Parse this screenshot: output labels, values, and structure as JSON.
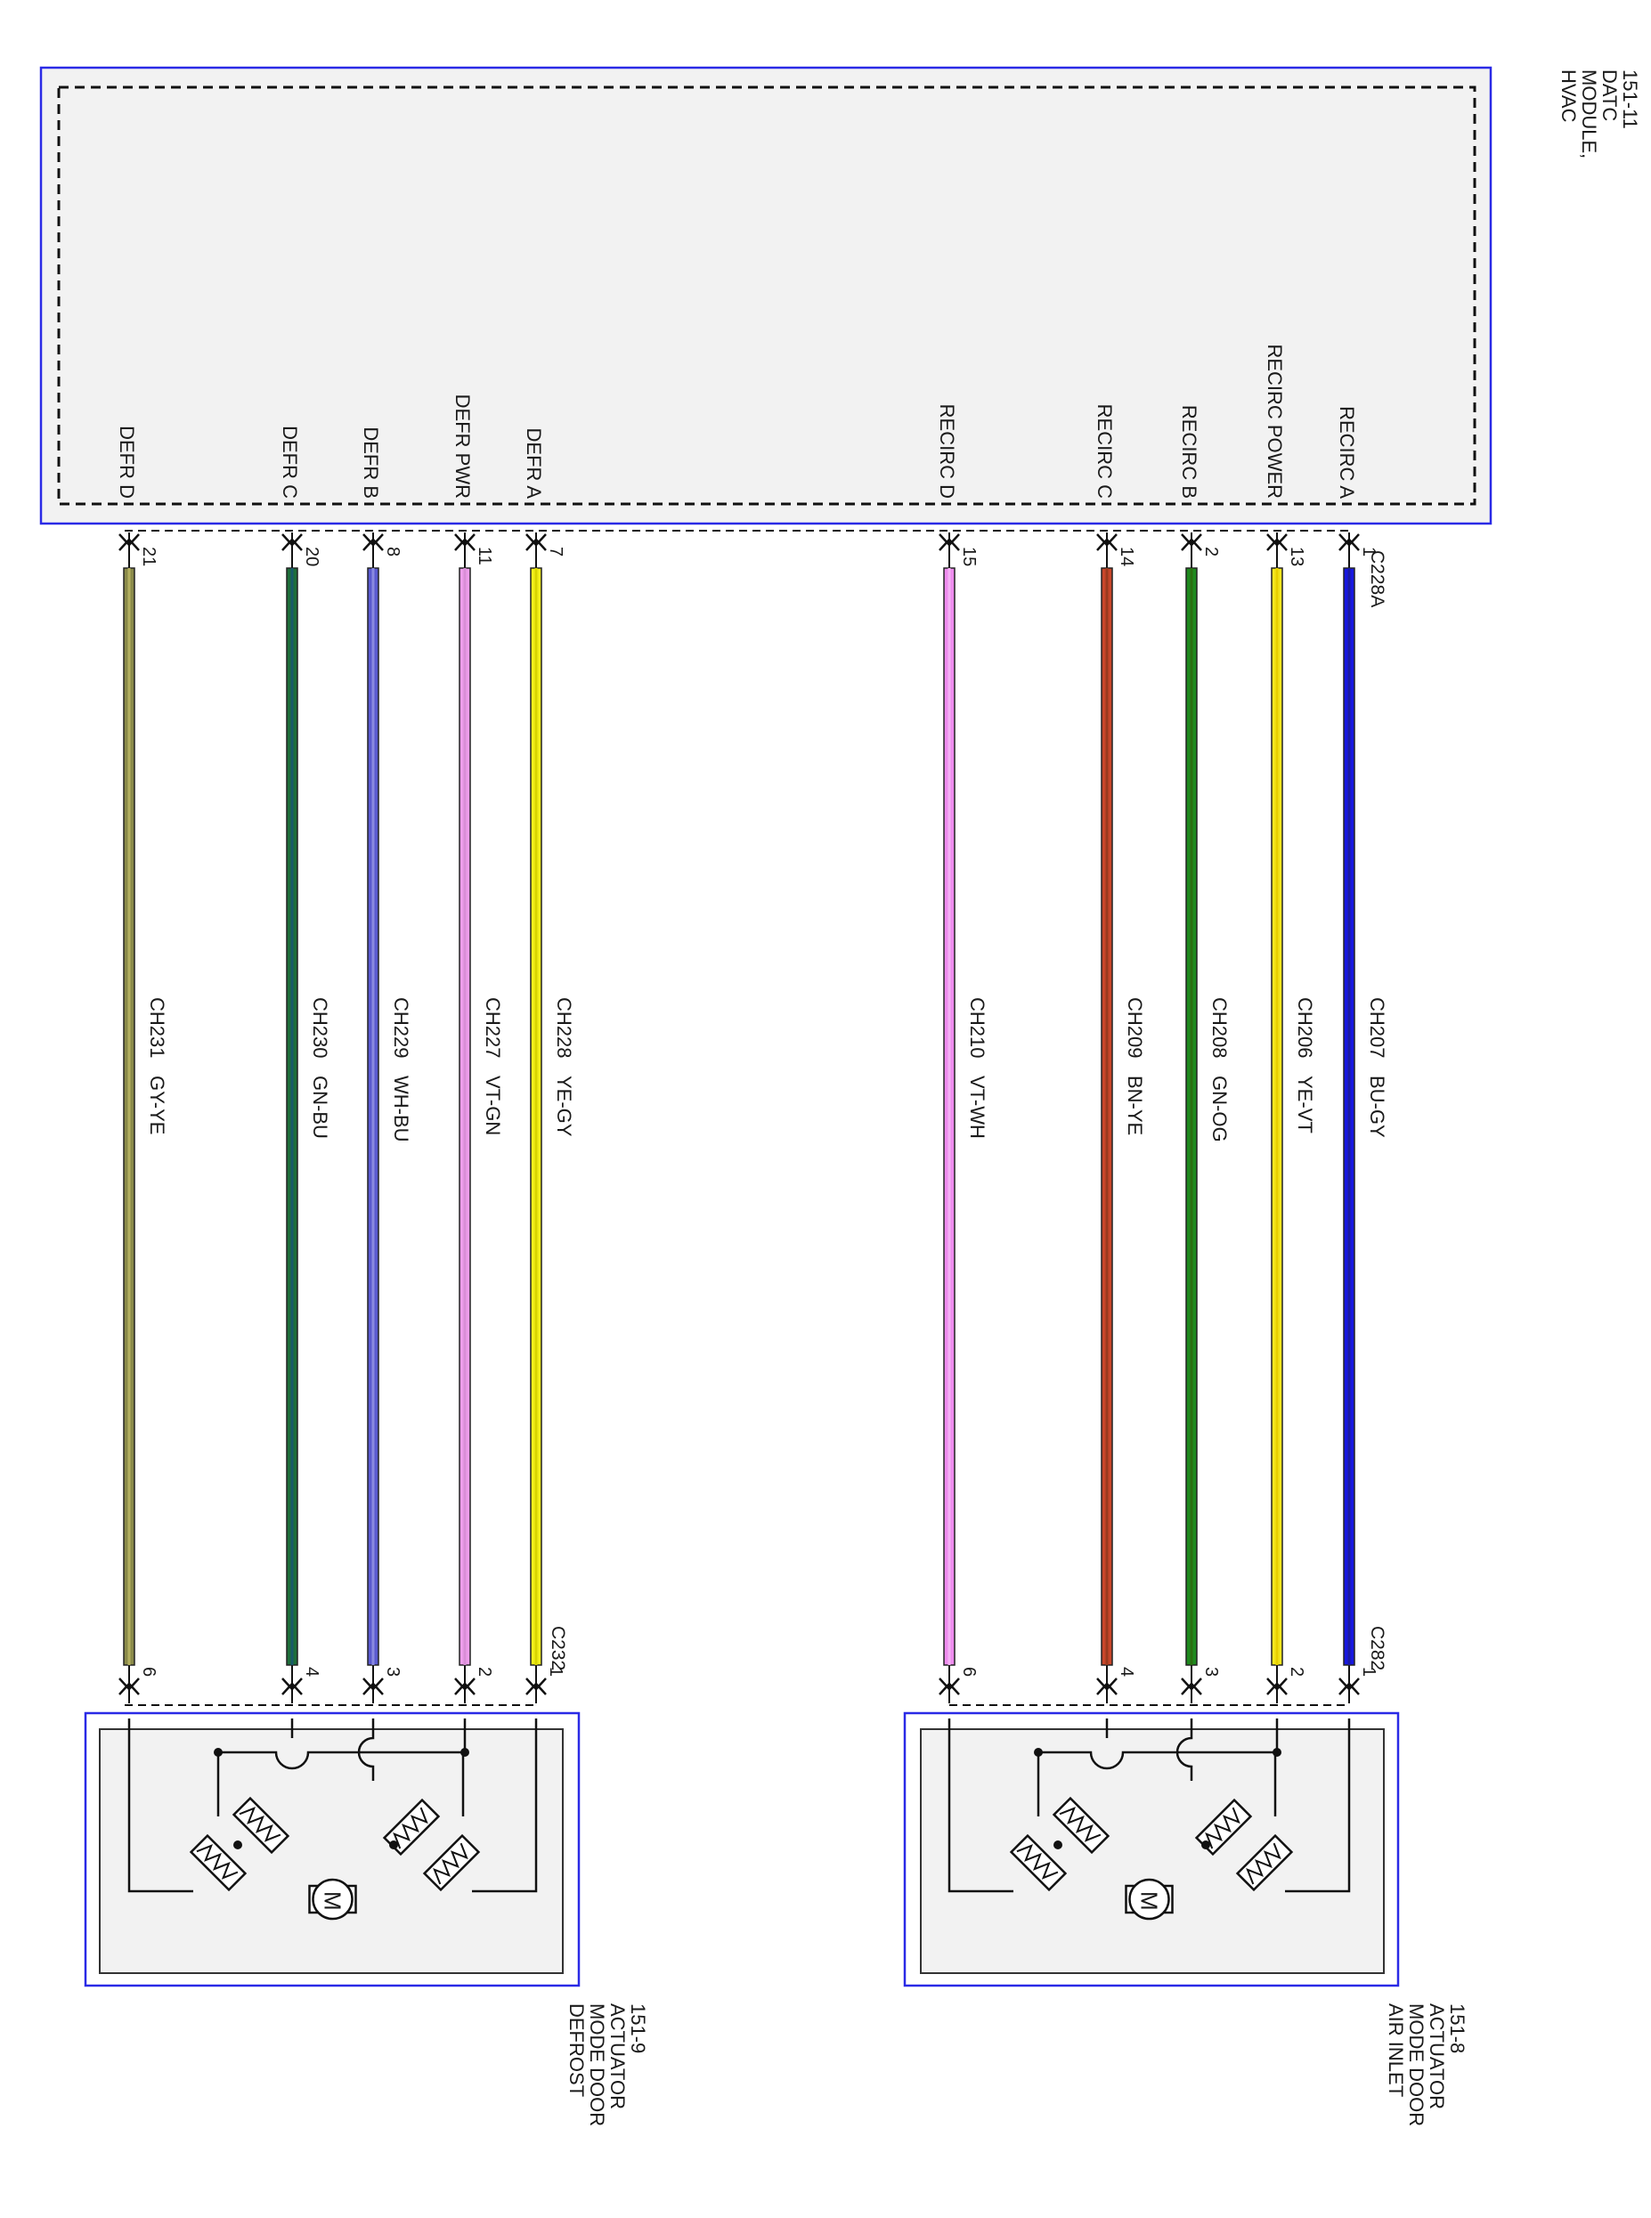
{
  "hvac_module": {
    "name_lines": [
      "HVAC",
      "MODULE,",
      "DATC",
      "151-11"
    ],
    "connector": "C228A"
  },
  "recirc_actuator": {
    "name_lines": [
      "AIR INLET",
      "MODE DOOR",
      "ACTUATOR",
      "151-8"
    ],
    "connector": "C282"
  },
  "defrost_actuator": {
    "name_lines": [
      "DEFROST",
      "MODE DOOR",
      "ACTUATOR",
      "151-9"
    ],
    "connector": "C232"
  },
  "circuits": [
    {
      "pin_label": "RECIRC  A",
      "module_pin": "1",
      "circuit": "CH207",
      "color_code": "BU-GY",
      "actuator_pin": "1",
      "colors": [
        "#1818e0",
        "#1a1aa0"
      ]
    },
    {
      "pin_label": "RECIRC POWER",
      "module_pin": "13",
      "circuit": "CH206",
      "color_code": "YE-VT",
      "actuator_pin": "2",
      "colors": [
        "#f4e61c",
        "#e6d000"
      ]
    },
    {
      "pin_label": "RECIRC B",
      "module_pin": "2",
      "circuit": "CH208",
      "color_code": "GN-OG",
      "actuator_pin": "3",
      "colors": [
        "#1e8a1e",
        "#2a6e10"
      ]
    },
    {
      "pin_label": "RECIRC C",
      "module_pin": "14",
      "circuit": "CH209",
      "color_code": "BN-YE",
      "actuator_pin": "4",
      "colors": [
        "#c8462a",
        "#9a3a1e"
      ]
    },
    {
      "pin_label": "RECIRC D",
      "module_pin": "15",
      "circuit": "CH210",
      "color_code": "VT-WH",
      "actuator_pin": "6",
      "colors": [
        "#ee8cee",
        "#f4b0f4"
      ]
    },
    {
      "pin_label": "DEFR A",
      "module_pin": "7",
      "circuit": "CH228",
      "color_code": "YE-GY",
      "actuator_pin": "1",
      "colors": [
        "#f2ee1a",
        "#d8d400"
      ]
    },
    {
      "pin_label": "DEFR PWR",
      "module_pin": "11",
      "circuit": "CH227",
      "color_code": "VT-GN",
      "actuator_pin": "2",
      "colors": [
        "#ec9cea",
        "#d88ed6"
      ]
    },
    {
      "pin_label": "DEFR B",
      "module_pin": "8",
      "circuit": "CH229",
      "color_code": "WH-BU",
      "actuator_pin": "3",
      "colors": [
        "#5a5ad0",
        "#8a8ae0"
      ]
    },
    {
      "pin_label": "DEFR C",
      "module_pin": "20",
      "circuit": "CH230",
      "color_code": "GN-BU",
      "actuator_pin": "4",
      "colors": [
        "#1e6e3a",
        "#1a5a6a"
      ]
    },
    {
      "pin_label": "DEFR D",
      "module_pin": "21",
      "circuit": "CH231",
      "color_code": "GY-YE",
      "actuator_pin": "6",
      "colors": [
        "#8a8a4a",
        "#b4b060"
      ]
    }
  ],
  "motor_symbol": "M"
}
